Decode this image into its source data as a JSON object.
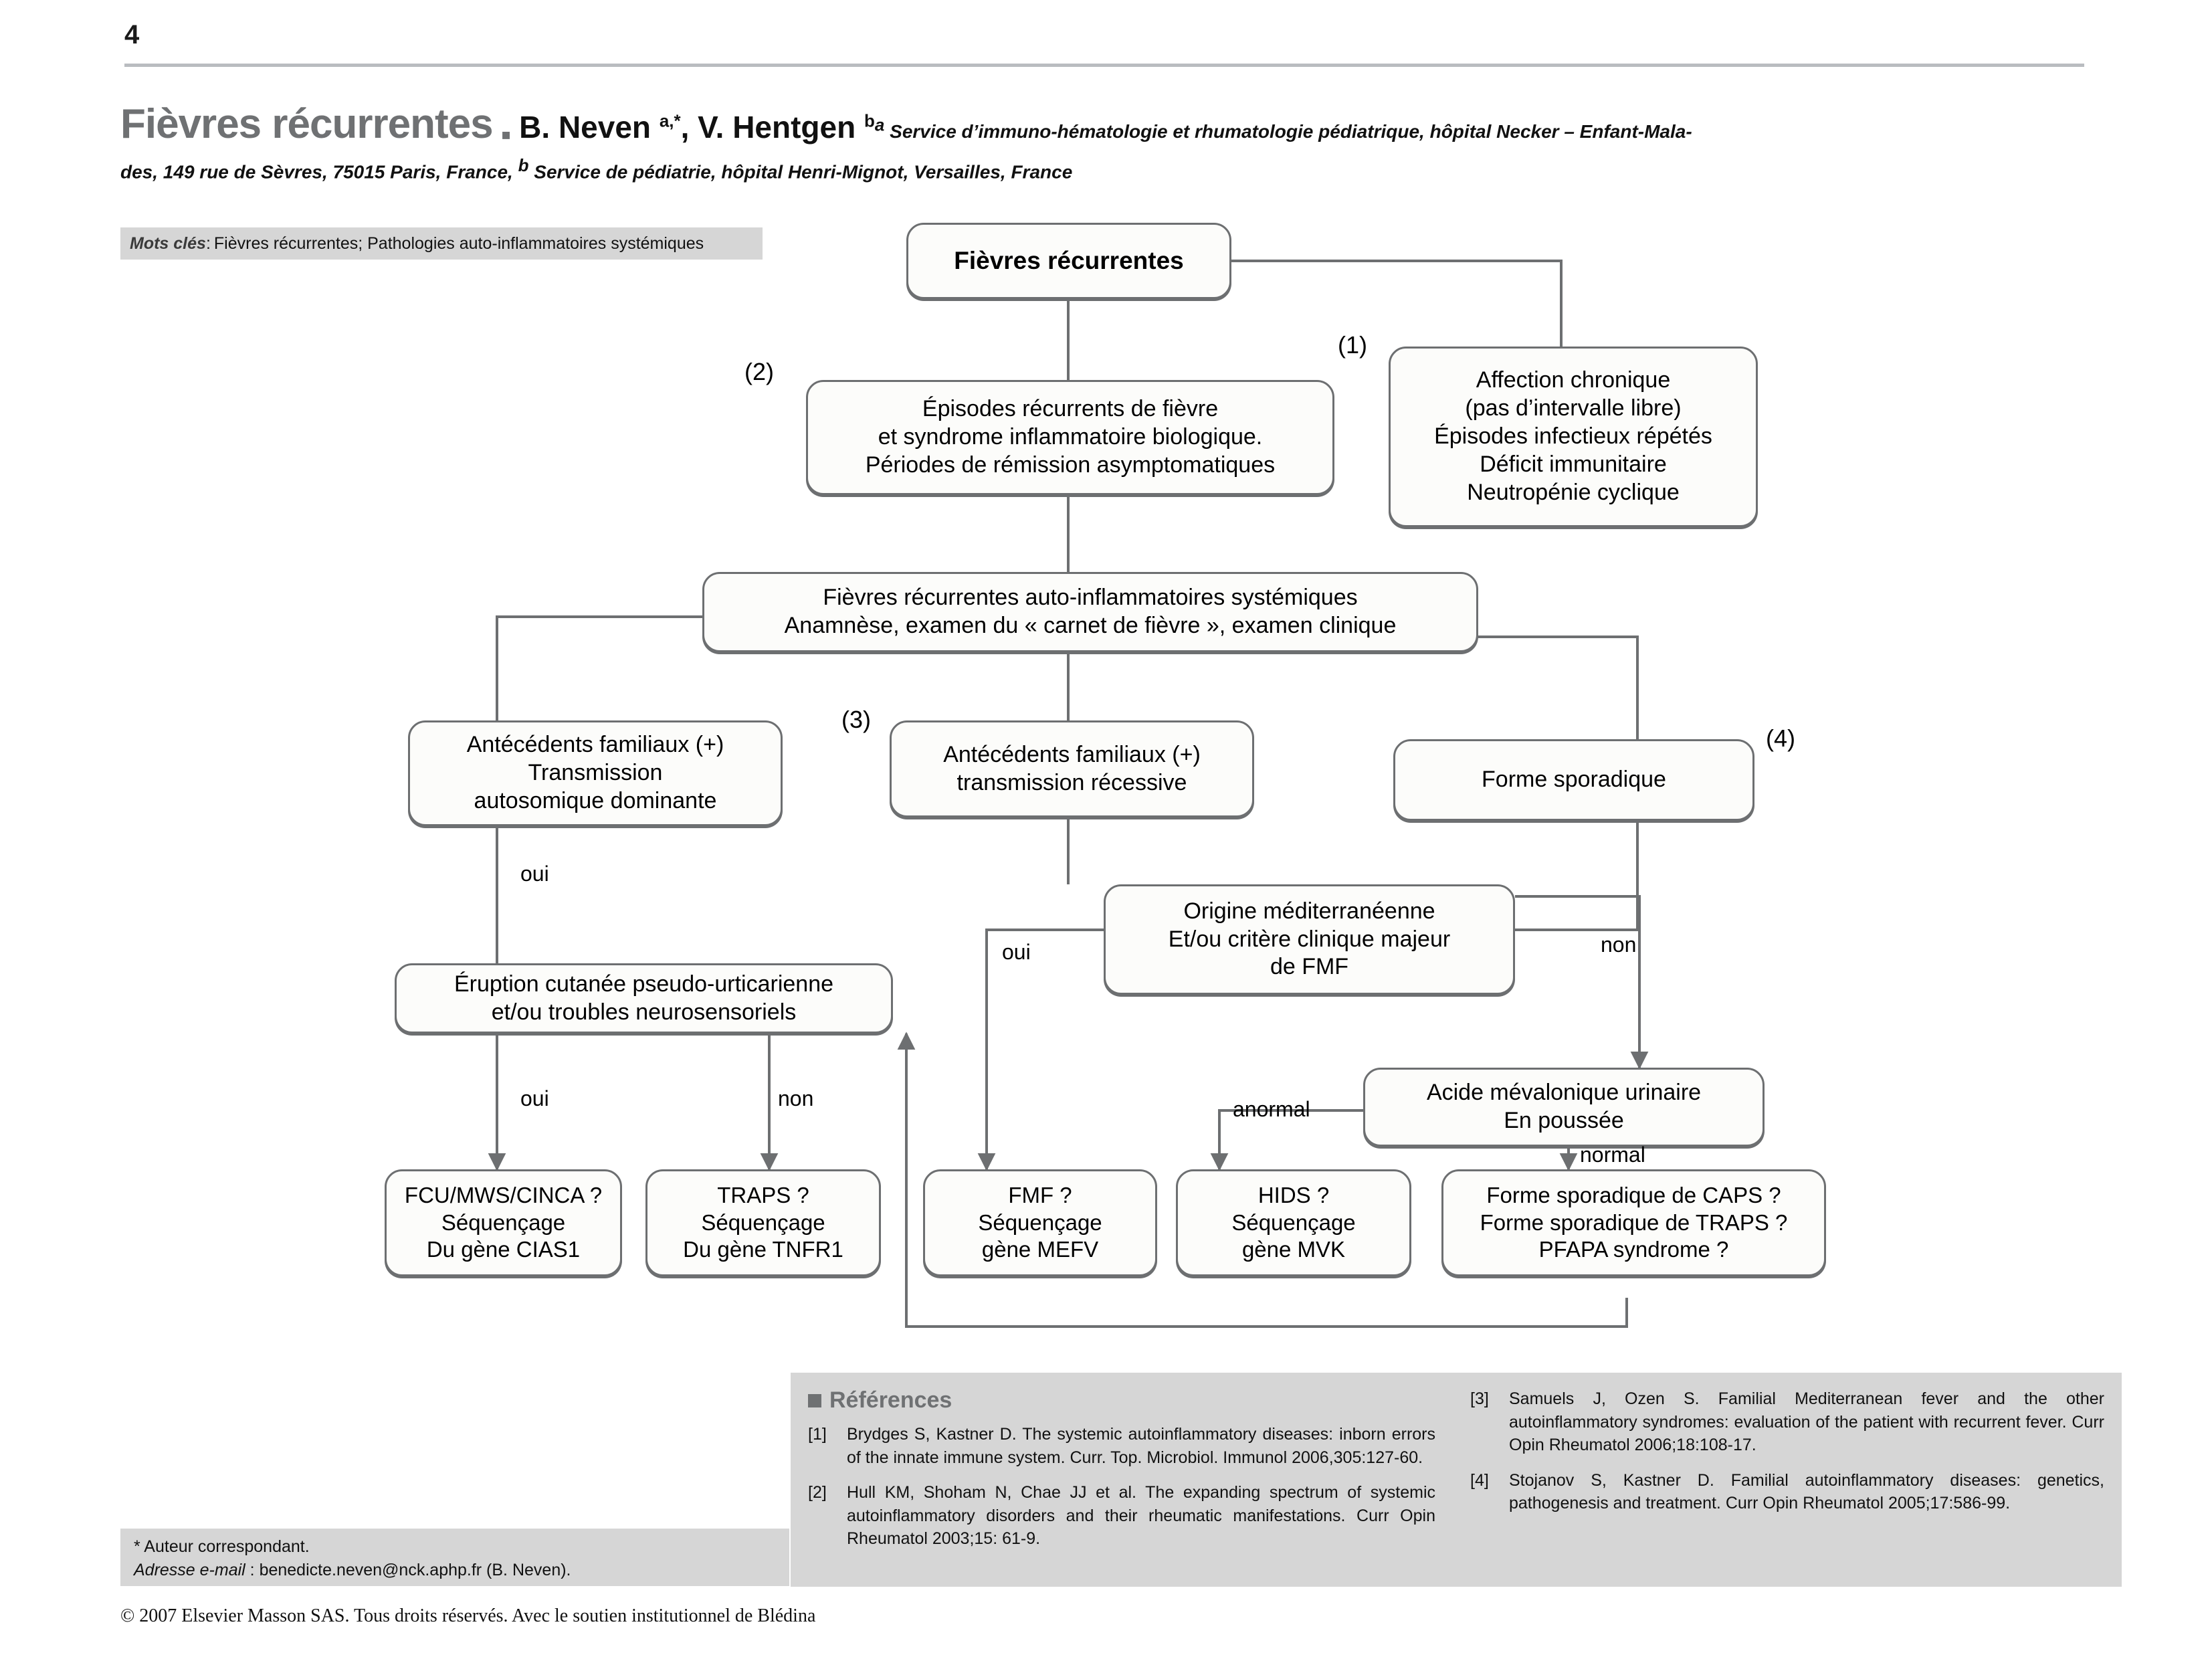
{
  "page": {
    "number": "4"
  },
  "header": {
    "title": "Fièvres récurrentes",
    "dash": "▪",
    "authors_1": "B. Neven ",
    "authors_sup_1": "a,*",
    "authors_2": ", V. Hentgen ",
    "authors_sup_2": "b",
    "affiliation_sup_a": "a",
    "affiliation_a": " Service d’immuno-hématologie et rhumatologie pédiatrique, hôpital Necker – Enfant-Mala-",
    "affiliation_line2_pre": "des, 149 rue de Sèvres, 75015 Paris, France, ",
    "affiliation_sup_b": "b",
    "affiliation_line2_post": " Service de pédiatrie, hôpital Henri-Mignot, Versailles, France"
  },
  "keywords": {
    "label": "Mots clés",
    "separator": " : ",
    "text": "Fièvres récurrentes; Pathologies auto-inflammatoires systémiques"
  },
  "chart_data": {
    "type": "diagram",
    "title": "Fièvres récurrentes — arbre décisionnel",
    "nodes": [
      {
        "id": "root",
        "label": [
          "Fièvres récurrentes"
        ]
      },
      {
        "id": "chronic",
        "label": [
          "Affection chronique",
          "(pas d’intervalle libre)",
          "Épisodes infectieux répétés",
          "Déficit immunitaire",
          "Neutropénie cyclique"
        ]
      },
      {
        "id": "episodes",
        "label": [
          "Épisodes récurrents de fièvre",
          "et syndrome inflammatoire biologique.",
          "Périodes de rémission asymptomatiques"
        ]
      },
      {
        "id": "systemic",
        "label": [
          "Fièvres récurrentes auto-inflammatoires systémiques",
          "Anamnèse, examen du « carnet de fièvre », examen clinique"
        ]
      },
      {
        "id": "dominant",
        "label": [
          "Antécédents familiaux (+)",
          "Transmission",
          "autosomique dominante"
        ]
      },
      {
        "id": "recessive",
        "label": [
          "Antécédents familiaux (+)",
          "transmission récessive"
        ]
      },
      {
        "id": "sporadic",
        "label": [
          "Forme sporadique"
        ]
      },
      {
        "id": "eruption",
        "label": [
          "Éruption cutanée pseudo-urticarienne",
          "et/ou troubles neurosensoriels"
        ]
      },
      {
        "id": "mediter",
        "label": [
          "Origine méditerranéenne",
          "Et/ou critère clinique majeur",
          "de FMF"
        ]
      },
      {
        "id": "mevalonic",
        "label": [
          "Acide mévalonique urinaire",
          "En poussée"
        ]
      },
      {
        "id": "cias1",
        "label": [
          "FCU/MWS/CINCA ?",
          "Séquençage",
          "Du gène CIAS1"
        ]
      },
      {
        "id": "tnfr1",
        "label": [
          "TRAPS ?",
          "Séquençage",
          "Du gène TNFR1"
        ]
      },
      {
        "id": "mefv",
        "label": [
          "FMF ?",
          "Séquençage",
          "gène MEFV"
        ]
      },
      {
        "id": "mvk",
        "label": [
          "HIDS ?",
          "Séquençage",
          "gène MVK"
        ]
      },
      {
        "id": "sporadic2",
        "label": [
          "Forme sporadique de CAPS ?",
          "Forme sporadique de TRAPS ?",
          "PFAPA syndrome ?"
        ]
      }
    ],
    "edge_labels": [
      {
        "id": "oui-dominant",
        "text": "oui"
      },
      {
        "id": "oui-eruption",
        "text": "oui"
      },
      {
        "id": "non-eruption",
        "text": "non"
      },
      {
        "id": "oui-mediter",
        "text": "oui"
      },
      {
        "id": "non-mediter",
        "text": "non"
      },
      {
        "id": "anormal",
        "text": "anormal"
      },
      {
        "id": "normal",
        "text": "normal"
      }
    ],
    "ref_markers": [
      {
        "id": "m1",
        "text": "(1)"
      },
      {
        "id": "m2",
        "text": "(2)"
      },
      {
        "id": "m3",
        "text": "(3)"
      },
      {
        "id": "m4",
        "text": "(4)"
      }
    ]
  },
  "references": {
    "heading": "Références",
    "left": [
      {
        "tag": "[1]",
        "text": "Brydges S, Kastner D. The systemic autoinflammatory diseases: inborn errors of the innate immune system. Curr. Top. Microbiol. Immunol 2006,305:127-60."
      },
      {
        "tag": "[2]",
        "text": "Hull KM, Shoham N, Chae JJ et al. The expanding spectrum of systemic autoinflammatory disorders and their rheumatic manifestations. Curr Opin Rheumatol 2003;15: 61-9."
      }
    ],
    "right": [
      {
        "tag": "[3]",
        "text": "Samuels J, Ozen S. Familial Mediterranean fever and the other autoinflammatory syndromes: evaluation of the patient with recurrent fever. Curr Opin Rheumatol 2006;18:108-17."
      },
      {
        "tag": "[4]",
        "text": "Stojanov S, Kastner D. Familial autoinflammatory diseases: genetics, pathogenesis and treatment. Curr Opin Rheumatol 2005;17:586-99."
      }
    ]
  },
  "footnote": {
    "line1": "* Auteur correspondant.",
    "line2_label": "Adresse e-mail",
    "line2_text": " : benedicte.neven@nck.aphp.fr (B. Neven)."
  },
  "copyright": "© 2007 Elsevier Masson SAS. Tous droits réservés. Avec le soutien institutionnel de Blédina"
}
